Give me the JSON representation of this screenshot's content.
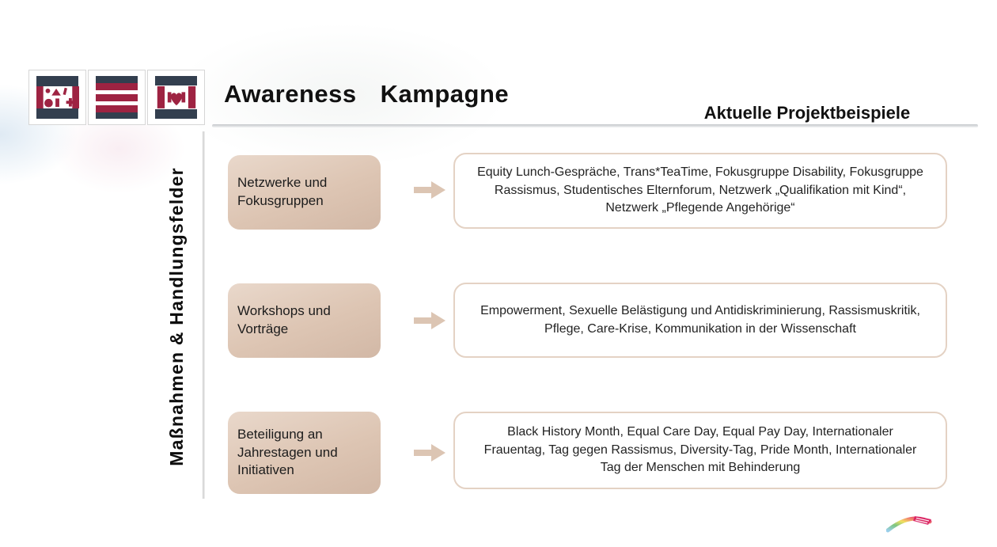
{
  "slide": {
    "title_word1": "Awareness",
    "title_word2": "Kampagne",
    "subtitle": "Aktuelle Projektbeispiele",
    "side_label": "Maßnahmen & Handlungsfelder"
  },
  "rows": [
    {
      "category": "Netzwerke und Fokusgruppen",
      "examples": "Equity Lunch-Gespräche, Trans*TeaTime, Fokusgruppe Disability, Fokusgruppe Rassismus, Studentisches Elternforum, Netzwerk „Qualifikation mit Kind“, Netzwerk „Pflegende Angehörige“"
    },
    {
      "category": "Workshops und Vorträge",
      "examples": "Empowerment, Sexuelle Belästigung und Antidiskriminierung, Rassismuskritik, Pflege, Care-Krise, Kommunikation in der Wissenschaft"
    },
    {
      "category": "Beteiligung an Jahrestagen und Initiativen",
      "examples": "Black History Month, Equal Care Day, Equal Pay Day, Internationaler Frauentag, Tag gegen Rassismus, Diversity-Tag, Pride Month, Internationaler Tag der Menschen mit Behinderung"
    }
  ],
  "icons": {
    "logo1": "pictograms-logo-icon",
    "logo2": "equality-bars-logo-icon",
    "logo3": "heart-bars-logo-icon",
    "arrow": "arrow-right-icon",
    "swoosh": "rainbow-swoosh-icon"
  },
  "colors": {
    "crimson": "#9e2342",
    "navy": "#333f4f",
    "beige": "#ddc5b3",
    "beige_border": "#e4d2c4",
    "divider_gray": "#c2c5c9"
  }
}
